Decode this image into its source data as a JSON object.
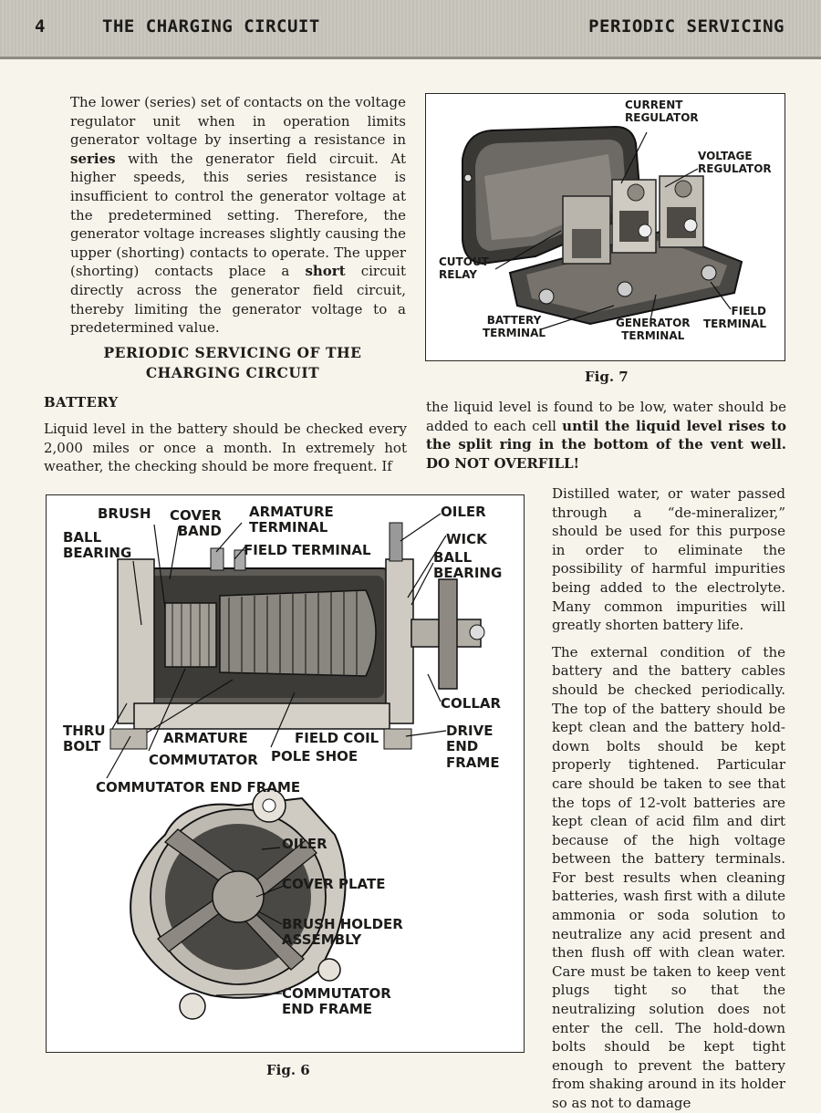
{
  "header": {
    "page_number": "4",
    "left_title": "THE CHARGING CIRCUIT",
    "right_title": "PERIODIC SERVICING"
  },
  "left_para": {
    "p1": "The lower (series) set of contacts on the voltage regulator unit when in operation limits generator voltage by inserting a resistance in ",
    "b1": "series",
    "p2": " with the generator field circuit. At higher speeds, this series resistance is insufficient to control the generator voltage at the predetermined setting. Therefore, the generator voltage increases slightly causing the upper (shorting) contacts to operate. The upper (shorting) contacts place a ",
    "b2": "short",
    "p3": " circuit directly across the generator field circuit, thereby limiting the generator voltage to a predetermined value."
  },
  "section": {
    "title_line1": "PERIODIC SERVICING OF THE",
    "title_line2": "CHARGING CIRCUIT",
    "subhead": "BATTERY"
  },
  "battery_para": "Liquid level in the battery should be checked every 2,000 miles or once a month. In extremely hot weather, the checking should be more frequent. If",
  "right_para": {
    "p1": "the liquid level is found to be low, water should be added to each cell ",
    "b1": "until the liquid level rises to the split ring in the bottom of the vent well. DO NOT OVERFILL!"
  },
  "column_paras": {
    "p1": "Distilled water, or water passed through a “de-mineralizer,” should be used for this purpose in order to eliminate the possibility of harmful impurities being added to the electrolyte. Many common impurities will greatly shorten battery life.",
    "p2": "The external condition of the battery and the battery cables should be checked periodically. The top of the battery should be kept clean and the battery hold-down bolts should be kept properly tightened. Particular care should be taken to see that the tops of 12-volt batteries are kept clean of acid film and dirt because of the high voltage between the battery terminals. For best results when cleaning batteries, wash first with a dilute ammonia or soda solution to neutralize any acid present and then flush off with clean water. Care must be taken to keep vent plugs tight so that the neutralizing solution does not enter the cell. The hold-down bolts should be kept tight enough to prevent the battery from shaking around in its holder so as not to damage"
  },
  "fig7": {
    "caption": "Fig. 7",
    "labels": {
      "current_1": "CURRENT",
      "current_2": "REGULATOR",
      "voltage_1": "VOLTAGE",
      "voltage_2": "REGULATOR",
      "cutout_1": "CUTOUT",
      "cutout_2": "RELAY",
      "battery_1": "BATTERY",
      "battery_2": "TERMINAL",
      "generator_1": "GENERATOR",
      "generator_2": "TERMINAL",
      "field_1": "FIELD",
      "field_2": "TERMINAL"
    }
  },
  "fig6": {
    "caption": "Fig. 6",
    "labels": {
      "brush": "BRUSH",
      "cover_1": "COVER",
      "cover_2": "BAND",
      "armature_term_1": "ARMATURE",
      "armature_term_2": "TERMINAL",
      "field_terminal": "FIELD TERMINAL",
      "ball_bearing_l_1": "BALL",
      "ball_bearing_l_2": "BEARING",
      "oiler_top": "OILER",
      "wick": "WICK",
      "ball_bearing_r_1": "BALL",
      "ball_bearing_r_2": "BEARING",
      "collar": "COLLAR",
      "thru_1": "THRU",
      "thru_2": "BOLT",
      "armature": "ARMATURE",
      "field_coil": "FIELD COIL",
      "commutator": "COMMUTATOR",
      "pole_shoe": "POLE SHOE",
      "drive_1": "DRIVE",
      "drive_2": "END",
      "drive_3": "FRAME",
      "comm_end_frame": "COMMUTATOR END FRAME",
      "oiler_bottom": "OILER",
      "cover_plate": "COVER PLATE",
      "brush_holder_1": "BRUSH HOLDER",
      "brush_holder_2": "ASSEMBLY",
      "comm_frame_1": "COMMUTATOR",
      "comm_frame_2": "END FRAME"
    }
  }
}
